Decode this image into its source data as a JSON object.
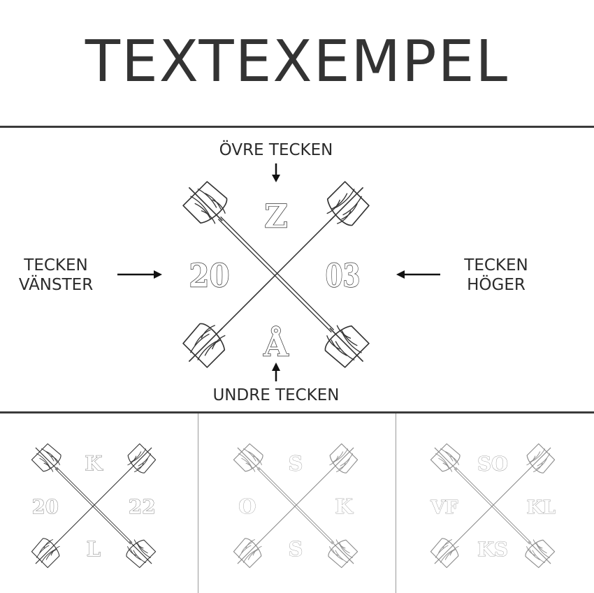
{
  "title": "TEXTEXEMPEL",
  "labels": {
    "top": "ÖVRE TECKEN",
    "left_line1": "TECKEN",
    "left_line2": "VÄNSTER",
    "right_line1": "TECKEN",
    "right_line2": "HÖGER",
    "bottom": "UNDRE TECKEN"
  },
  "main_example": {
    "top": "Z",
    "left": "20",
    "right": "03",
    "bottom": "Å"
  },
  "examples": [
    {
      "top": "K",
      "left": "20",
      "right": "22",
      "bottom": "L"
    },
    {
      "top": "S",
      "left": "O",
      "right": "K",
      "bottom": "S"
    },
    {
      "top": "SO",
      "left": "VF",
      "right": "KL",
      "bottom": "KS"
    }
  ]
}
